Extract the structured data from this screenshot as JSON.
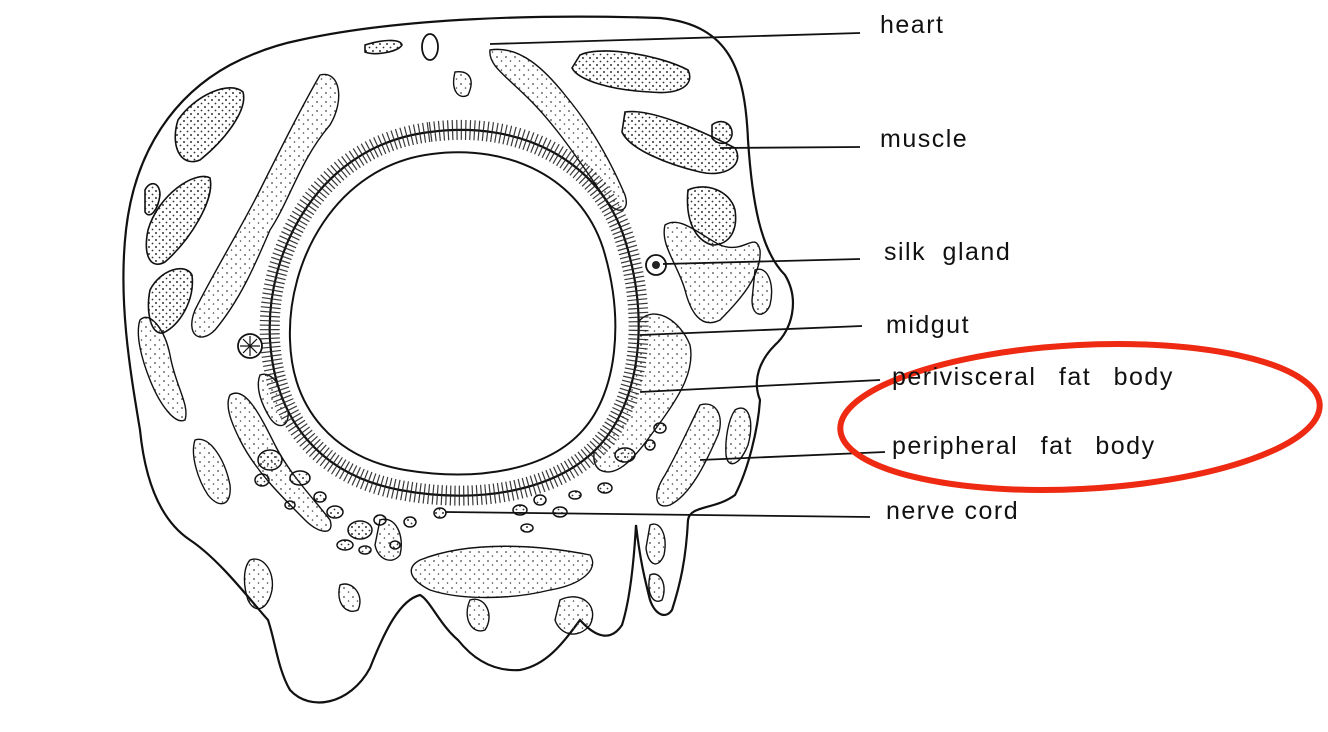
{
  "diagram": {
    "labels": {
      "heart": "heart",
      "muscle": "muscle",
      "silk_gland": "silk  gland",
      "midgut": "midgut",
      "perivisceral_fat_body": "perivisceral  fat  body",
      "peripheral_fat_body": "peripheral  fat  body",
      "nerve_cord": "nerve  cord"
    },
    "highlight_color": "#ee2a12",
    "line_color": "#111111"
  }
}
